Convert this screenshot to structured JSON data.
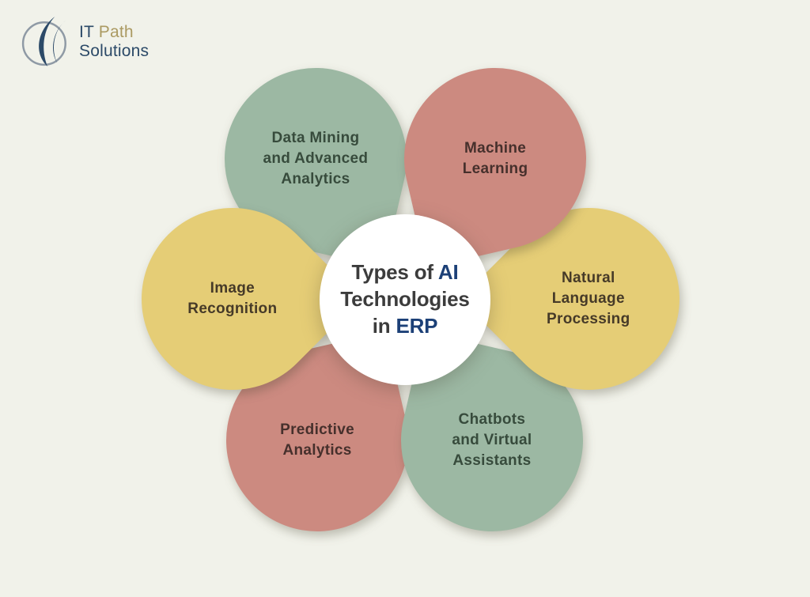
{
  "background": "#f1f2ea",
  "logo": {
    "it": "IT",
    "path": "Path",
    "solutions": "Solutions",
    "navy": "#2c4a68",
    "tan": "#ab9a62"
  },
  "center": {
    "prefix": "Types of",
    "ai": "AI",
    "mid": "Technologies",
    "in_word": "in",
    "erp": "ERP",
    "text_color": "#3c3c3c",
    "accent_color": "#1c4077",
    "fill": "#ffffff"
  },
  "petals": [
    {
      "name": "data-mining-and-advanced-analytics",
      "label": "Data Mining\nand Advanced\nAnalytics",
      "fill": "#9cb8a3",
      "text_color": "#374b3c"
    },
    {
      "name": "machine-learning",
      "label": "Machine\nLearning",
      "fill": "#cc8a80",
      "text_color": "#46302c"
    },
    {
      "name": "natural-language-processing",
      "label": "Natural\nLanguage\nProcessing",
      "fill": "#e5cd76",
      "text_color": "#463a28"
    },
    {
      "name": "chatbots-and-virtual-assistants",
      "label": "Chatbots\nand Virtual\nAssistants",
      "fill": "#9cb8a3",
      "text_color": "#374b3c"
    },
    {
      "name": "predictive-analytics",
      "label": "Predictive\nAnalytics",
      "fill": "#cc8a80",
      "text_color": "#46302c"
    },
    {
      "name": "image-recognition",
      "label": "Image\nRecognition",
      "fill": "#e5cd76",
      "text_color": "#463a28"
    }
  ]
}
